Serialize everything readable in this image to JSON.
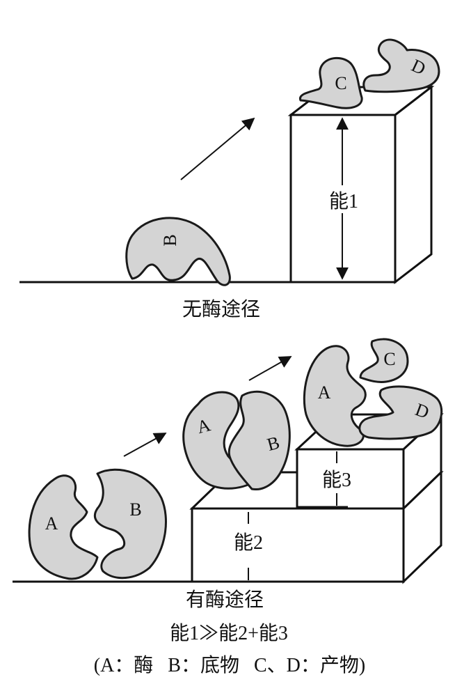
{
  "top_panel": {
    "caption": "无酶途径",
    "substrate_label": "B",
    "product_c_label": "C",
    "product_d_label": "D",
    "energy_label": "能1"
  },
  "bottom_panel": {
    "caption": "有酶途径",
    "enzyme_label_1": "A",
    "substrate_label_1": "B",
    "enzyme_label_2": "A",
    "substrate_label_2": "B",
    "enzyme_label_3": "A",
    "product_c_label": "C",
    "product_d_label": "D",
    "energy_label_2": "能2",
    "energy_label_3": "能3"
  },
  "footer": {
    "relation": "能1≫能2+能3",
    "legend": "(A：酶   B：底物   C、D：产物)"
  },
  "colors": {
    "blob_fill": "#d4d4d4",
    "stroke": "#111111",
    "background": "#ffffff"
  }
}
